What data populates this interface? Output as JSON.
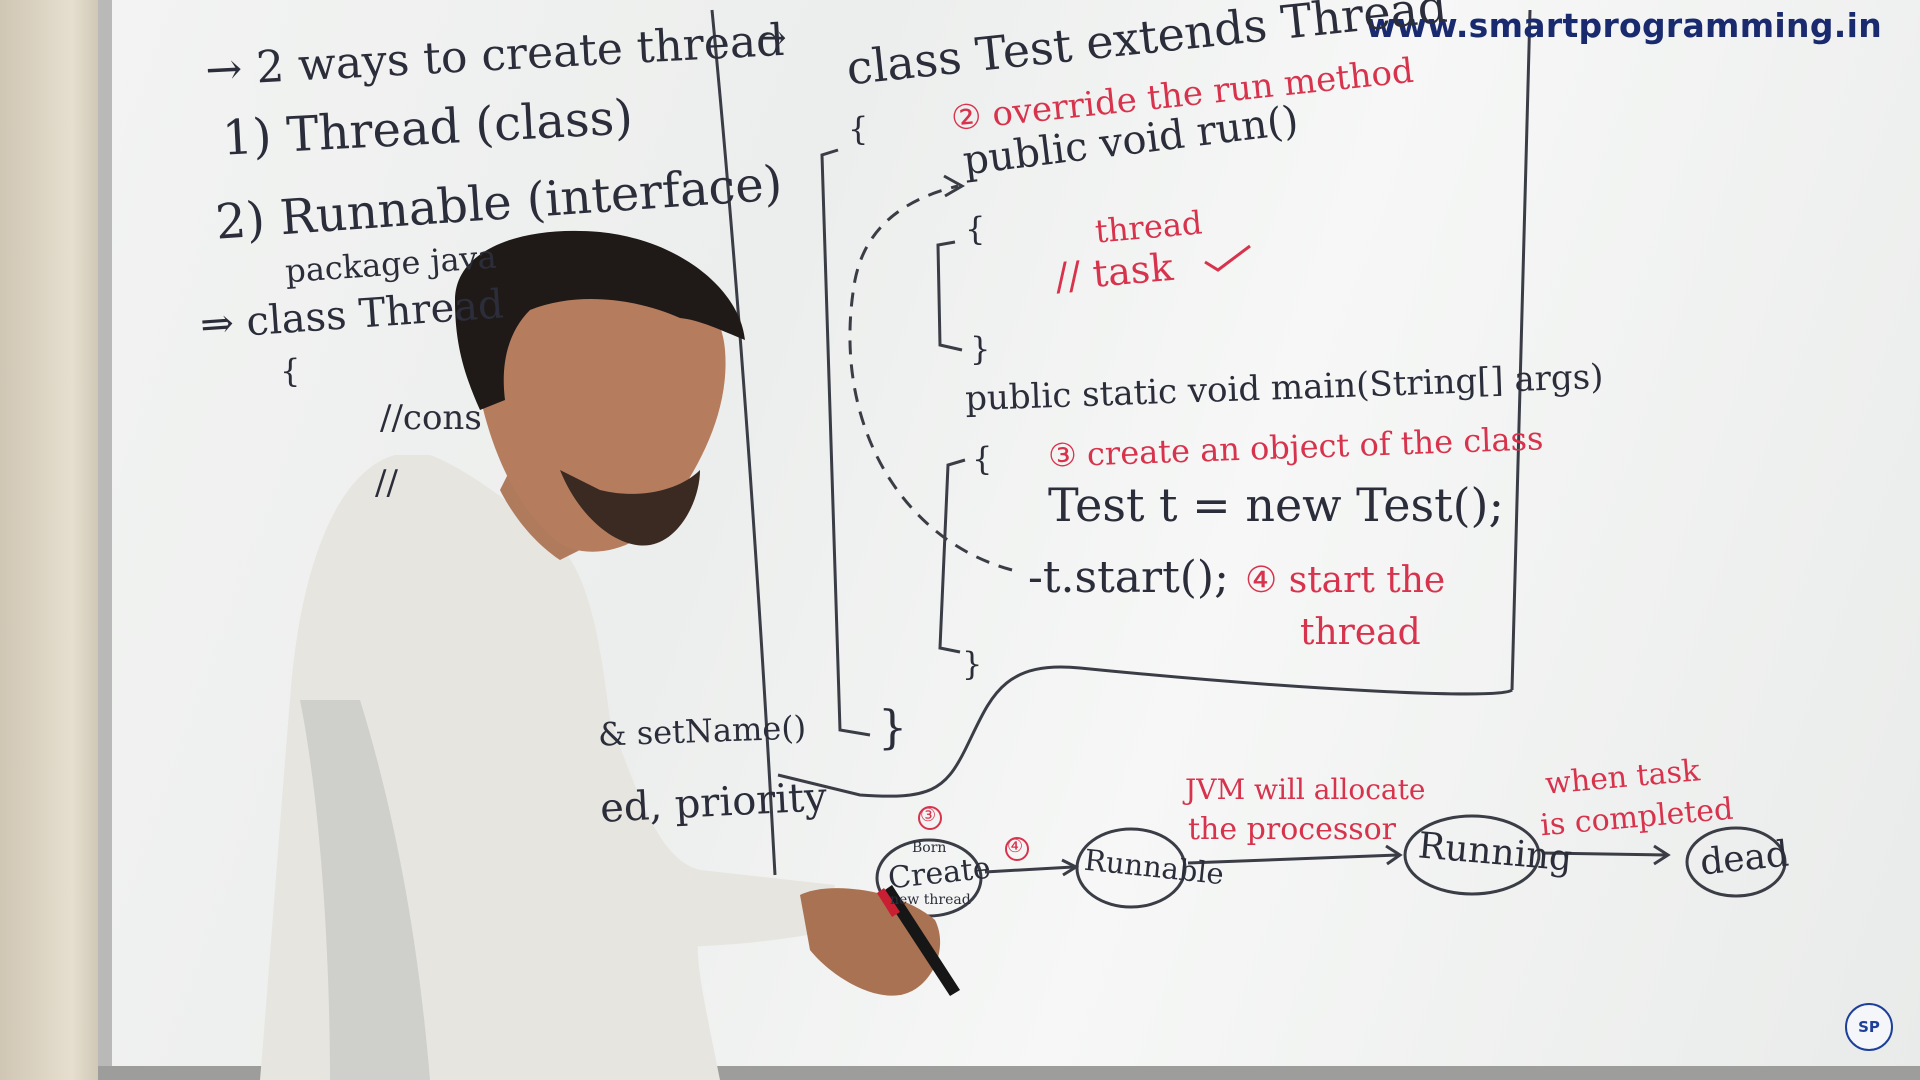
{
  "watermark": "www.smartprogramming.in",
  "colors": {
    "marker_black": "#2b2e3a",
    "marker_red": "#d8334d",
    "board": "#eef0ef",
    "watermark": "#1a2a6e"
  },
  "logo_icon": "smart-programming-logo",
  "left_panel": {
    "title": "→ 2 ways to create thread",
    "item1": "1) Thread (class)",
    "item2": "2) Runnable (interface)",
    "package_line": "package java",
    "class_line": "⇒ class Thread",
    "brace": "{",
    "comment1": "//cons",
    "comment2": "//",
    "setname": "& setName()",
    "priority": "ed, priority"
  },
  "code": {
    "arrow": "→",
    "class_line": "class Test extends Thread",
    "open_brace": "{",
    "step2": "② override the run method",
    "run_sig": "public void run()",
    "run_open": "{",
    "comment_thread": "thread",
    "comment_task": "// task",
    "run_close": "}",
    "main_sig": "public static void main(String[] args)",
    "main_open": "{",
    "step3": "③ create an object of the class",
    "new_obj": "Test t = new Test();",
    "start_call": "-t.start();",
    "step4_a": "④ start the",
    "step4_b": "thread",
    "main_close": "}",
    "class_close": "}"
  },
  "lifecycle": {
    "states": [
      "Create",
      "Runnable",
      "Running",
      "dead"
    ],
    "create_top": "Born",
    "create_bottom": "new thread",
    "step_create": "③",
    "step_runnable": "④",
    "jvm_note_1": "JVM will allocate",
    "jvm_note_2": "the processor",
    "task_note_1": "when task",
    "task_note_2": "is completed"
  }
}
